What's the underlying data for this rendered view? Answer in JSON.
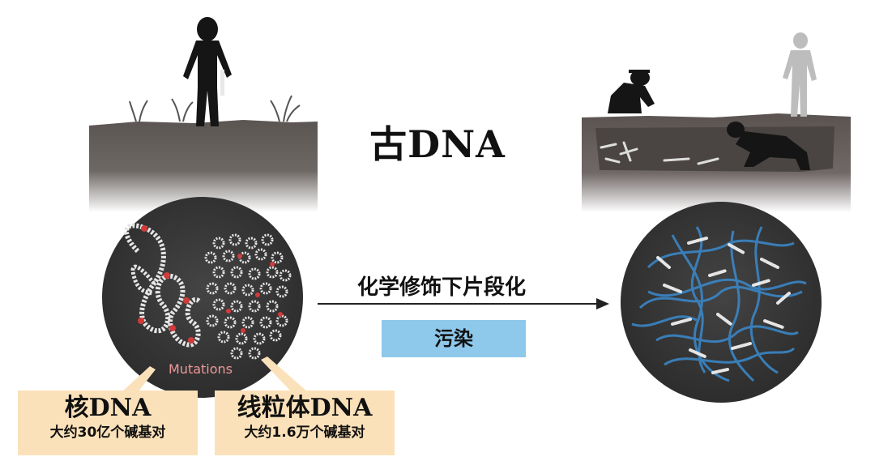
{
  "title": "古DNA",
  "process_label": "化学修饰下片段化",
  "contamination_label": "污染",
  "mutations_label": "Mutations",
  "nuclear": {
    "title": "核DNA",
    "subtitle": "大约30亿个碱基对"
  },
  "mito": {
    "title": "线粒体DNA",
    "subtitle": "大约1.6万个碱基对"
  },
  "colors": {
    "soil": "#5b5552",
    "circle": "#3a3a3a",
    "label_bg": "#fbe1b9",
    "contam_bg": "#8ec8ea",
    "mutation": "#d23a3a",
    "fragment_blue": "#3a86c6"
  }
}
